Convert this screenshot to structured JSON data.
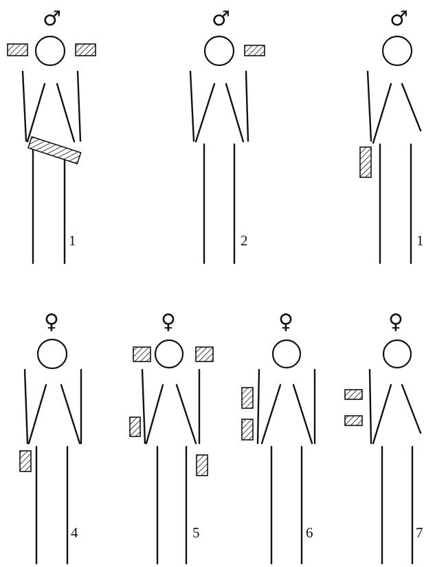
{
  "diagram": {
    "figures": [
      {
        "label": "1",
        "sex_symbol": "♂",
        "icon": "male-symbol-icon",
        "patches": [
          "shoulder-left",
          "shoulder-right",
          "waist-belt"
        ]
      },
      {
        "label": "2",
        "sex_symbol": "♂",
        "icon": "male-symbol-icon",
        "patches": [
          "shoulder-right"
        ]
      },
      {
        "label": "1",
        "sex_symbol": "♂",
        "icon": "male-symbol-icon",
        "patches": [
          "hip-left"
        ]
      },
      {
        "label": "4",
        "sex_symbol": "♀",
        "icon": "female-symbol-icon",
        "patches": [
          "hip-left"
        ]
      },
      {
        "label": "5",
        "sex_symbol": "♀",
        "icon": "female-symbol-icon",
        "patches": [
          "shoulder-left",
          "shoulder-right",
          "arm-left",
          "hip-right"
        ]
      },
      {
        "label": "6",
        "sex_symbol": "♀",
        "icon": "female-symbol-icon",
        "patches": [
          "arm-left-upper",
          "arm-left-lower"
        ]
      },
      {
        "label": "7",
        "sex_symbol": "♀",
        "icon": "female-symbol-icon",
        "patches": [
          "side-left-upper",
          "side-left-lower"
        ]
      }
    ],
    "style": {
      "ink": "#111111",
      "background": "#ffffff"
    }
  }
}
